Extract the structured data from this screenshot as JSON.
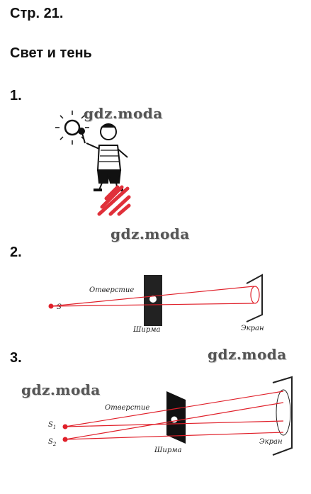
{
  "page": {
    "number_label": "Стр. 21.",
    "section_title": "Свет и тень"
  },
  "tasks": [
    {
      "label": "1."
    },
    {
      "label": "2.",
      "labels": {
        "opening": "Отверстие",
        "source": "S",
        "screen_holder": "Ширма",
        "screen": "Экран"
      }
    },
    {
      "label": "3.",
      "labels": {
        "opening": "Отверстие",
        "source1": "S",
        "source1_sub": "1",
        "source2": "S",
        "source2_sub": "2",
        "screen_holder": "Ширма",
        "screen": "Экран"
      }
    }
  ],
  "watermark": "gdz.moda",
  "colors": {
    "ray": "#e0202a",
    "shadow": "#e0303a",
    "ink": "#111111"
  }
}
